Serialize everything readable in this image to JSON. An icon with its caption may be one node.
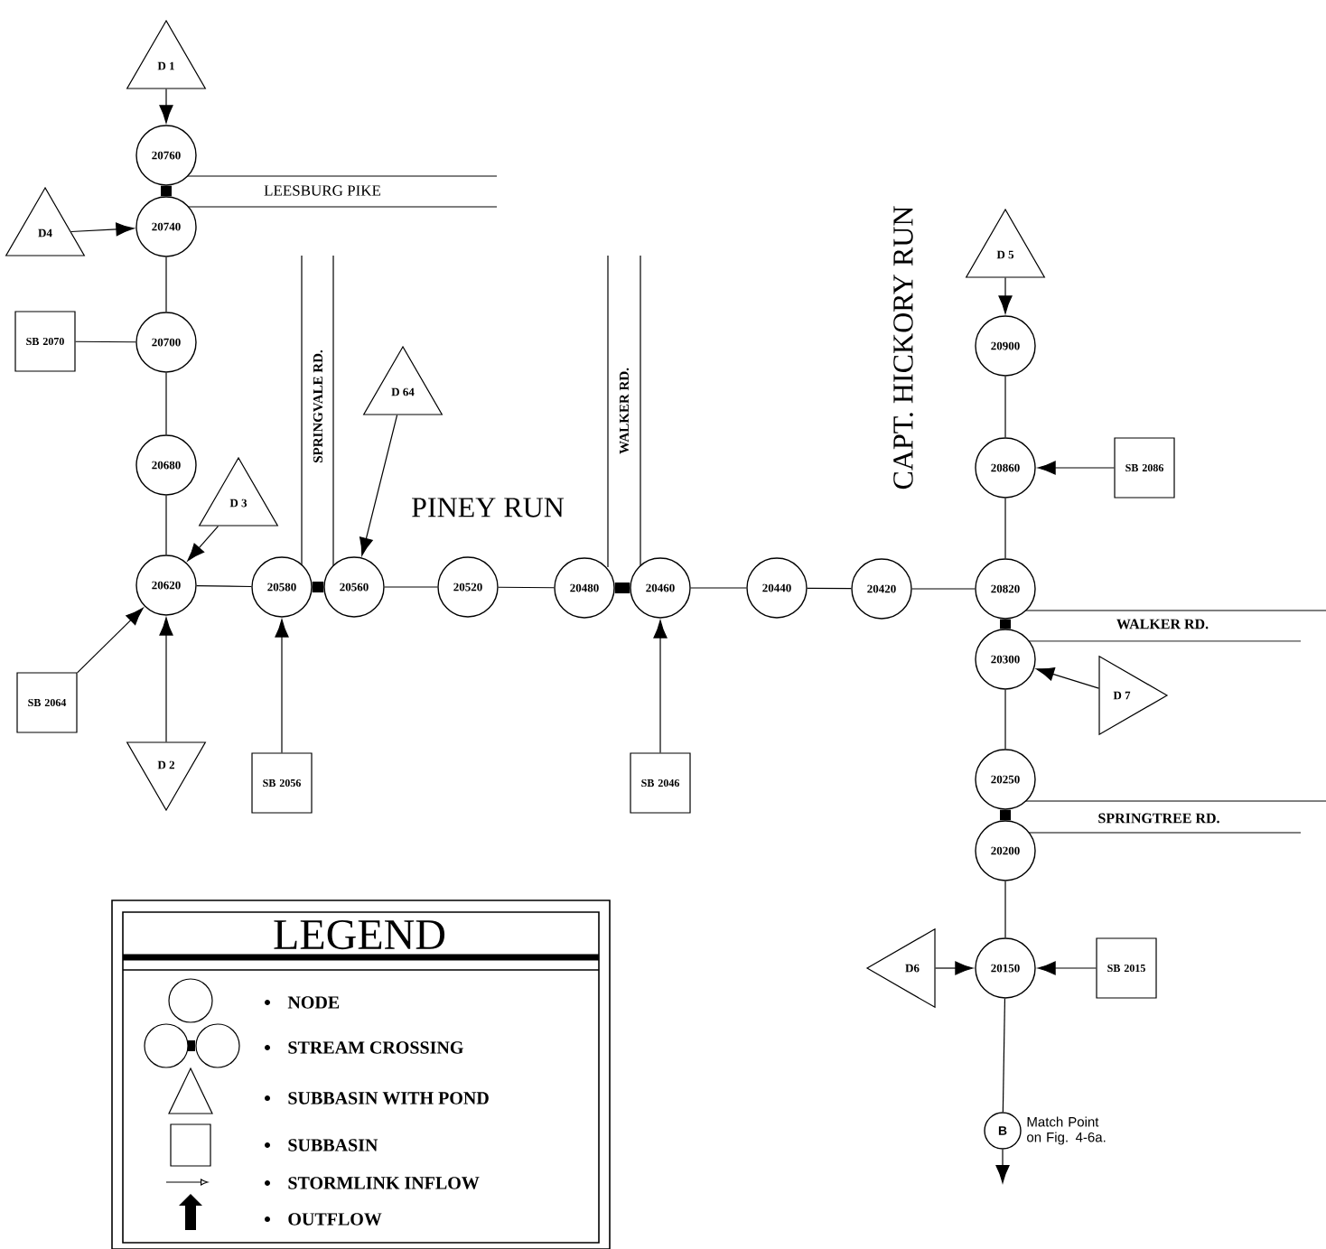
{
  "diagram": {
    "nodes": [
      {
        "text": [
          "D 1"
        ]
      },
      {
        "text": [
          "20760"
        ]
      },
      {
        "text": [
          "D4"
        ]
      },
      {
        "text": [
          "20740"
        ]
      },
      {
        "text": [
          "SB 2070"
        ]
      },
      {
        "text": [
          "20700"
        ]
      },
      {
        "text": [
          "20680"
        ]
      },
      {
        "text": [
          "D 3"
        ]
      },
      {
        "text": [
          "20620"
        ]
      },
      {
        "text": [
          "SB 2064"
        ]
      },
      {
        "text": [
          "D 2"
        ]
      },
      {
        "text": [
          "20580"
        ]
      },
      {
        "text": [
          "D 64"
        ]
      },
      {
        "text": [
          "20560"
        ]
      },
      {
        "text": [
          "SB 2056"
        ]
      },
      {
        "text": [
          "20520"
        ]
      },
      {
        "text": [
          "20480"
        ]
      },
      {
        "text": [
          "20460"
        ]
      },
      {
        "text": [
          "SB 2046"
        ]
      },
      {
        "text": [
          "20440"
        ]
      },
      {
        "text": [
          "20420"
        ]
      },
      {
        "text": [
          "D 5"
        ]
      },
      {
        "text": [
          "20900"
        ]
      },
      {
        "text": [
          "20860"
        ]
      },
      {
        "text": [
          "SB 2086"
        ]
      },
      {
        "text": [
          "20820"
        ]
      },
      {
        "text": [
          "20300"
        ]
      },
      {
        "text": [
          "D 7"
        ]
      },
      {
        "text": [
          "20250"
        ]
      },
      {
        "text": [
          "20200"
        ]
      },
      {
        "text": [
          "D6"
        ]
      },
      {
        "text": [
          "20150"
        ]
      },
      {
        "text": [
          "SB 2015"
        ]
      },
      {
        "text": [
          "B"
        ],
        "beside": [
          "Match Point on Fig. 4-6a."
        ]
      }
    ],
    "edges": [
      {
        "from": 0,
        "to": 1,
        "arrow": "to"
      },
      {
        "from": 1,
        "to": 3,
        "arrow": "none",
        "style": "thick"
      },
      {
        "from": 2,
        "to": 3,
        "arrow": "to"
      },
      {
        "from": 3,
        "to": 5,
        "arrow": "none"
      },
      {
        "from": 4,
        "to": 5,
        "arrow": "none"
      },
      {
        "from": 5,
        "to": 6,
        "arrow": "none"
      },
      {
        "from": 6,
        "to": 8,
        "arrow": "none"
      },
      {
        "from": 7,
        "to": 8,
        "arrow": "to"
      },
      {
        "from": 9,
        "to": 8,
        "arrow": "to"
      },
      {
        "from": 10,
        "to": 8,
        "arrow": "to"
      },
      {
        "from": 8,
        "to": 11,
        "arrow": "none"
      },
      {
        "from": 14,
        "to": 11,
        "arrow": "to"
      },
      {
        "from": 11,
        "to": 13,
        "arrow": "none",
        "style": "thick"
      },
      {
        "from": 12,
        "to": 13,
        "arrow": "to"
      },
      {
        "from": 13,
        "to": 15,
        "arrow": "none"
      },
      {
        "from": 15,
        "to": 16,
        "arrow": "none"
      },
      {
        "from": 16,
        "to": 17,
        "arrow": "none",
        "style": "thick"
      },
      {
        "from": 18,
        "to": 17,
        "arrow": "to"
      },
      {
        "from": 17,
        "to": 19,
        "arrow": "none"
      },
      {
        "from": 19,
        "to": 20,
        "arrow": "none"
      },
      {
        "from": 20,
        "to": 25,
        "arrow": "none"
      },
      {
        "from": 21,
        "to": 22,
        "arrow": "to"
      },
      {
        "from": 22,
        "to": 23,
        "arrow": "none"
      },
      {
        "from": 24,
        "to": 23,
        "arrow": "to"
      },
      {
        "from": 23,
        "to": 25,
        "arrow": "none"
      },
      {
        "from": 25,
        "to": 26,
        "arrow": "none",
        "style": "thick"
      },
      {
        "from": 27,
        "to": 26,
        "arrow": "to"
      },
      {
        "from": 26,
        "to": 28,
        "arrow": "none"
      },
      {
        "from": 28,
        "to": 29,
        "arrow": "none",
        "style": "thick"
      },
      {
        "from": 29,
        "to": 31,
        "arrow": "none"
      },
      {
        "from": 30,
        "to": 31,
        "arrow": "to"
      },
      {
        "from": 32,
        "to": 31,
        "arrow": "to"
      },
      {
        "from": 31,
        "to": 33,
        "arrow": "none"
      },
      {
        "from": 33,
        "to": null,
        "arrow": "to"
      }
    ],
    "labels": [
      "LEESBURG PIKE",
      "CAPT. HICKORY RUN",
      "SPRINGVALE RD.",
      "WALKER RD.",
      "PINEY RUN",
      "WALKER RD.",
      "SPRINGTREE RD.",
      "LEGEND"
    ],
    "legend": [
      {
        "text": "NODE"
      },
      {
        "text": "STREAM CROSSING"
      },
      {
        "text": "SUBBASIN WITH POND"
      },
      {
        "text": "SUBBASIN"
      },
      {
        "text": "STORMLINK INFLOW"
      },
      {
        "text": "OUTFLOW"
      }
    ]
  }
}
